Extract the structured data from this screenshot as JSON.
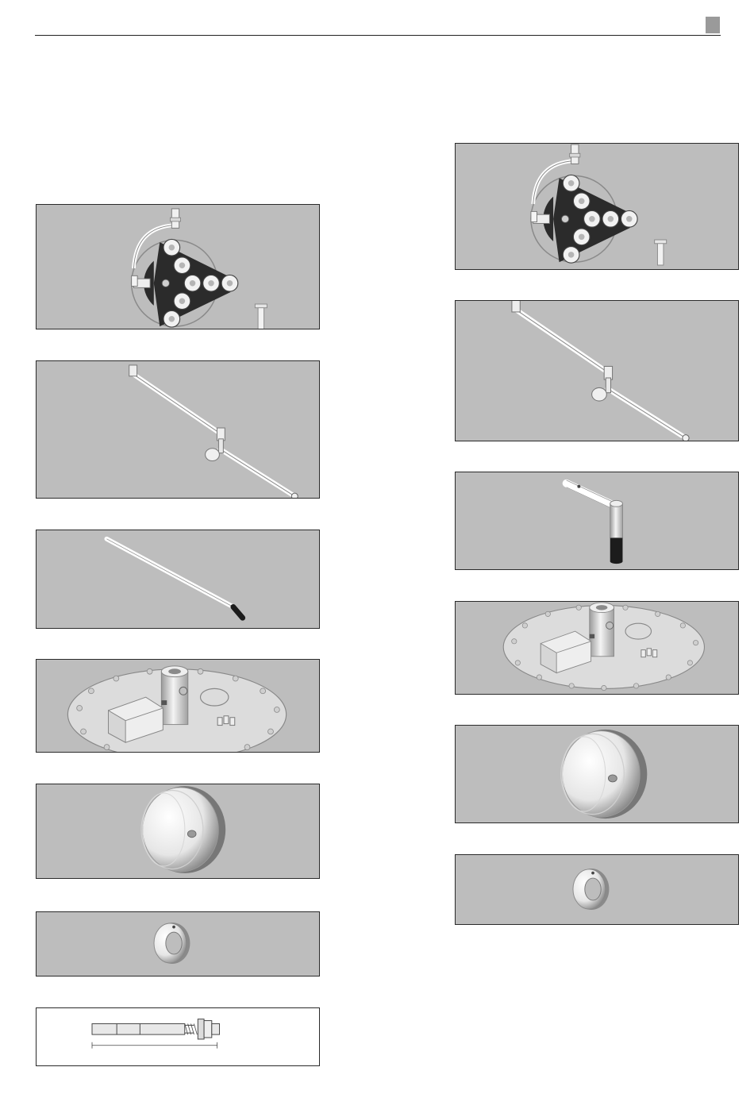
{
  "page": {
    "header": {
      "rule": "header-rule",
      "tab_color": "#9a9a9a"
    },
    "colors": {
      "panel_background": "#bdbdbd",
      "panel_border": "#2a2a2a",
      "part_dark": "#2b2b2b",
      "part_light": "#f2f2f2"
    },
    "left_column": [
      {
        "id": "L1",
        "icon": "led-head-assembly-icon"
      },
      {
        "id": "L2",
        "icon": "articulated-arm-icon"
      },
      {
        "id": "L3",
        "icon": "straight-rod-icon"
      },
      {
        "id": "L4",
        "icon": "ceiling-mount-plate-icon"
      },
      {
        "id": "L5",
        "icon": "ceiling-cover-dome-icon"
      },
      {
        "id": "L6",
        "icon": "ring-washer-icon"
      },
      {
        "id": "L7",
        "icon": "expansion-anchor-bolt-icon"
      }
    ],
    "right_column": [
      {
        "id": "R1",
        "icon": "led-head-assembly-icon"
      },
      {
        "id": "R2",
        "icon": "articulated-arm-icon"
      },
      {
        "id": "R3",
        "icon": "l-bracket-icon"
      },
      {
        "id": "R4",
        "icon": "ceiling-mount-plate-icon"
      },
      {
        "id": "R5",
        "icon": "ceiling-cover-dome-icon"
      },
      {
        "id": "R6",
        "icon": "ring-washer-icon"
      }
    ]
  }
}
